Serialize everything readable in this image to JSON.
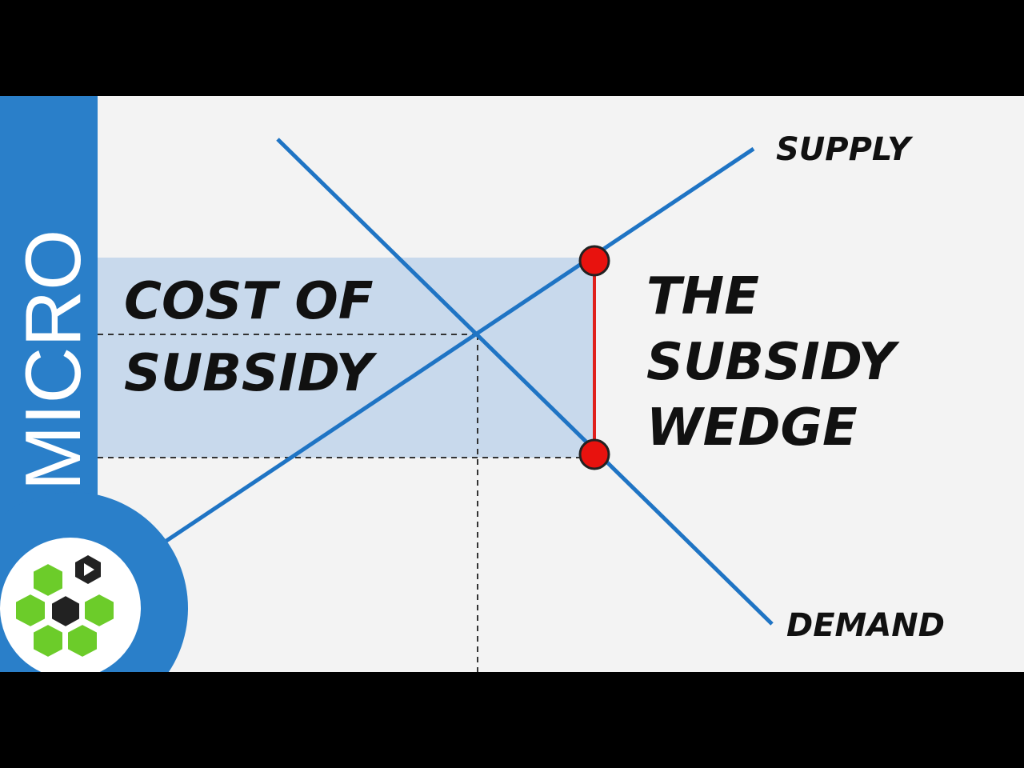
{
  "sidebar": {
    "label": "MICRO",
    "color": "#2a7fc9"
  },
  "diagram": {
    "curves": {
      "supply": "SUPPLY",
      "demand": "DEMAND"
    },
    "shaded_area_label": [
      "COST OF",
      "SUBSIDY"
    ],
    "wedge_label": [
      "THE",
      "SUBSIDY",
      "WEDGE"
    ],
    "colors": {
      "curve": "#1f74c4",
      "wedge": "#e0201c",
      "shade": "#c8d9ec",
      "background": "#f3f3f3"
    }
  },
  "logo": {
    "icon": "hexagon-cluster-play-logo"
  }
}
